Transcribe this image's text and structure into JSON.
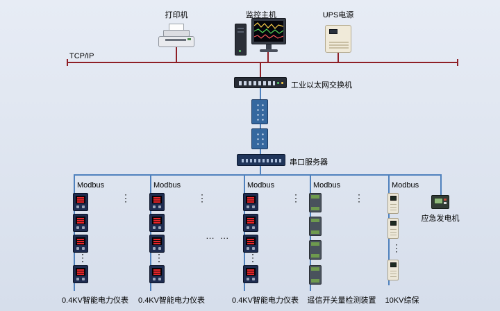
{
  "diagram": {
    "tcpip_label": "TCP/IP",
    "top_devices": {
      "printer": "打印机",
      "host": "监控主机",
      "ups": "UPS电源"
    },
    "switch_label": "工业以太网交换机",
    "serial_server_label": "串口服务器",
    "branches": [
      {
        "bus": "Modbus",
        "device": "power-meter",
        "label": "0.4KV智能电力仪表"
      },
      {
        "bus": "Modbus",
        "device": "power-meter",
        "label": "0.4KV智能电力仪表"
      },
      {
        "bus": "Modbus",
        "device": "power-meter",
        "label": "0.4KV智能电力仪表"
      },
      {
        "bus": "Modbus",
        "device": "di-detection-module",
        "label": "遥信开关量检测装置"
      },
      {
        "bus": "Modbus",
        "device": "protection-relay",
        "label": "10KV综保"
      }
    ],
    "emergency": {
      "label": "应急发电机"
    },
    "ellipsis_vertical": "⋮",
    "ellipsis_horizontal": "… …",
    "colors": {
      "background": "#d9e0ed",
      "tcpip_line": "#8e1f26",
      "bus_line": "#4f81bd",
      "meter_display": "#e8262a"
    }
  }
}
